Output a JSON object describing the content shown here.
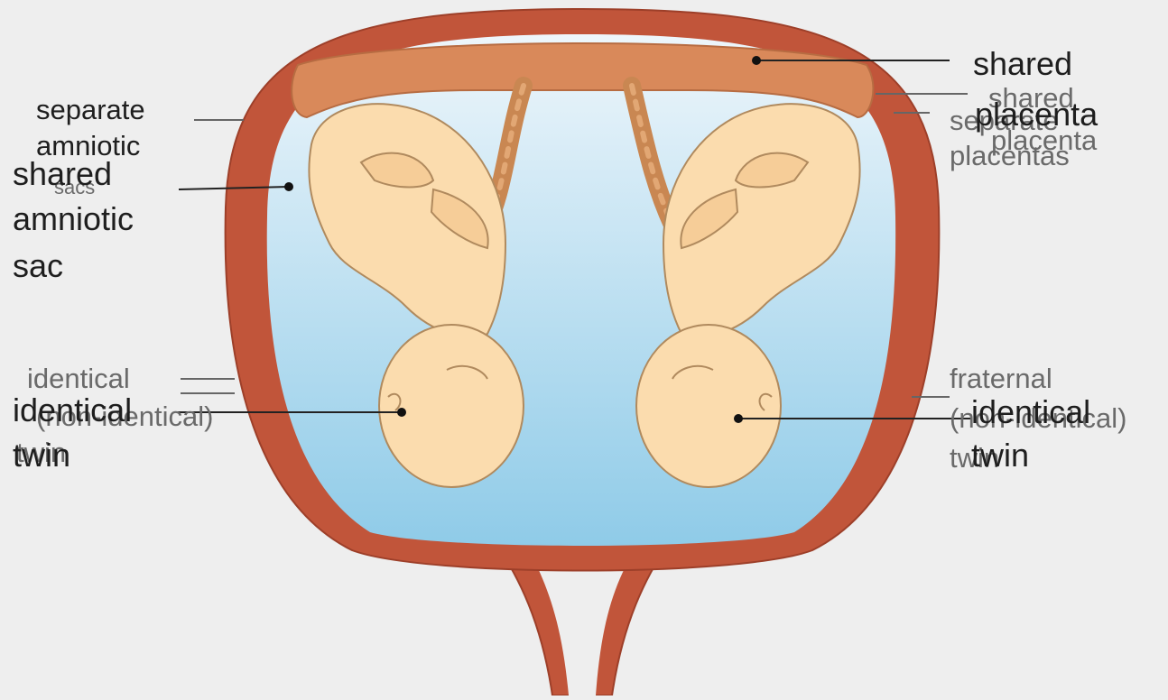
{
  "diagram": {
    "colors": {
      "background": "#eeeeee",
      "uterus_wall": "#c1553a",
      "uterus_wall_dark": "#9d3f29",
      "placenta": "#d9895a",
      "umbilical_cord": "#c98752",
      "amniotic_fluid_top": "#e8f3fa",
      "amniotic_fluid_bottom": "#8fcbe8",
      "fetus_skin": "#fbdcae",
      "fetus_outline": "#b08a5e",
      "leader_line": "#222222"
    },
    "labels": {
      "shared_placenta_top": "shared",
      "shared_placenta_bottom": "placenta",
      "shared_placenta_ghost_top": "shared",
      "shared_placenta_ghost_bottom": "placenta",
      "separate_placentas_ghost_top": "separate",
      "separate_placentas_ghost_bottom": "placentas",
      "separate_amniotic_sacs_line1": "separate",
      "separate_amniotic_sacs_line2": "amniotic",
      "separate_amniotic_sacs_line3": "sacs",
      "shared_amniotic_sac_line1": "shared",
      "shared_amniotic_sac_line2": "amniotic",
      "shared_amniotic_sac_line3": "sac",
      "left_twin_ghost_line1": "identical",
      "left_twin_ghost_line2": "(non-identical)",
      "left_twin_ghost_line3": "twin",
      "left_twin_line1": "identical",
      "left_twin_line2": "twin",
      "right_twin_ghost_line1": "fraternal",
      "right_twin_ghost_line2": "(non-identical)",
      "right_twin_ghost_line3": "twin",
      "right_twin_line1": "identical",
      "right_twin_line2": "twin"
    }
  }
}
